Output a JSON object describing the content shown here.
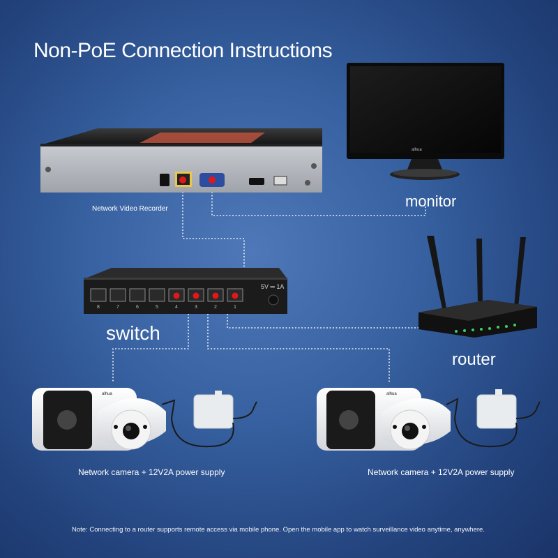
{
  "title": "Non-PoE Connection Instructions",
  "labels": {
    "nvr": "Network Video Recorder",
    "monitor": "monitor",
    "switch": "switch",
    "router": "router",
    "camera_1": "Network camera + 12V2A power supply",
    "camera_2": "Network camera + 12V2A power supply"
  },
  "switch_device": {
    "power_rating": "5V ═ 1A",
    "port_numbers": [
      "8",
      "7",
      "6",
      "5",
      "4",
      "3",
      "2",
      "1"
    ]
  },
  "brand_marks": [
    "alhua",
    "alhua",
    "alhua"
  ],
  "note": "Note: Connecting to a router supports remote access via mobile phone. Open the mobile app to watch surveillance video anytime, anywhere.",
  "colors": {
    "background": "#36609f",
    "port_highlight": "#e01818",
    "cable": "#e6ebf5"
  }
}
